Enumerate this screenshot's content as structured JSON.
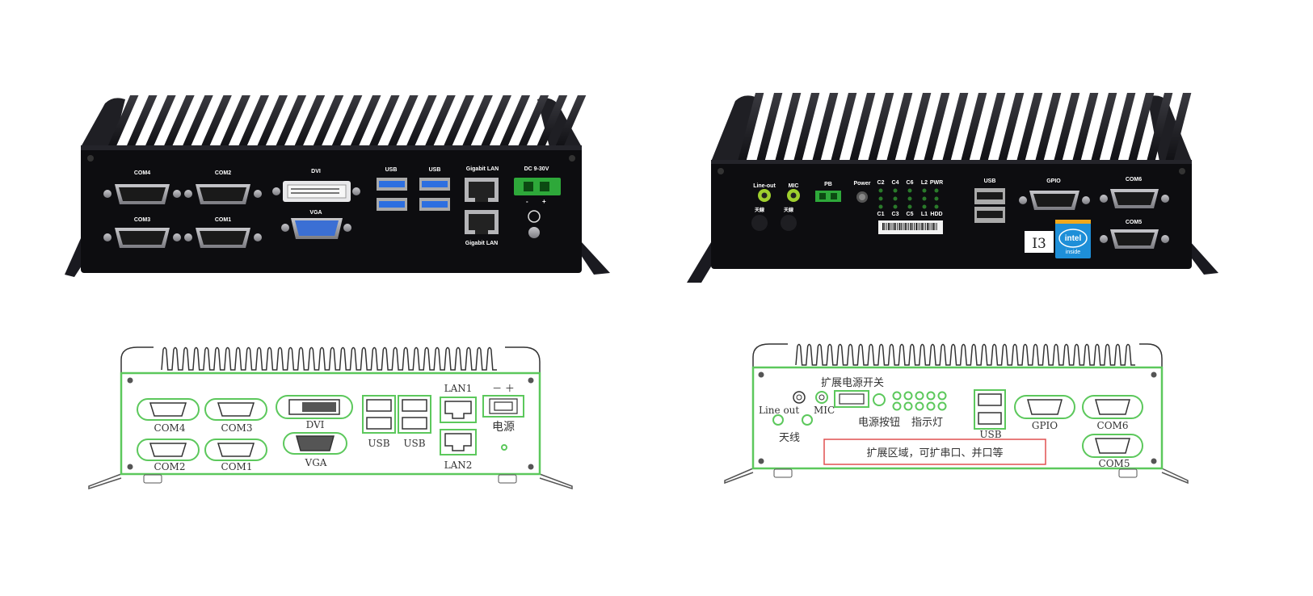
{
  "colors": {
    "chassis": "#0d0d10",
    "fins": "#2a2a30",
    "outline_green": "#5cc85c",
    "port_blue": "#3b6fd4",
    "usb_blue": "#2d6fe0",
    "led_green": "#2a7a2a",
    "expansion_box": "#e05050",
    "diagram_stroke": "#333333"
  },
  "front_photo": {
    "labels": {
      "com4": "COM4",
      "com2": "COM2",
      "com3": "COM3",
      "com1": "COM1",
      "dvi": "DVI",
      "vga": "VGA",
      "usb_a": "USB",
      "usb_b": "USB",
      "lan_top": "Gigabit LAN",
      "lan_bottom": "Gigabit LAN",
      "power": "DC 9-30V",
      "minus": "-",
      "plus": "+"
    }
  },
  "rear_photo": {
    "labels": {
      "line_out": "Line-out",
      "mic": "MIC",
      "antenna_1": "天線",
      "antenna_2": "天線",
      "pb": "PB",
      "power": "Power",
      "c2": "C2",
      "c4": "C4",
      "c6": "C6",
      "l2": "L2",
      "pwr": "PWR",
      "c1": "C1",
      "c3": "C3",
      "c5": "C5",
      "l1": "L1",
      "hdd": "HDD",
      "usb": "USB",
      "gpio": "GPIO",
      "com6": "COM6",
      "com5": "COM5",
      "cpu": "I3",
      "intel_logo": "intel",
      "intel_inside": "inside"
    }
  },
  "front_diagram": {
    "labels": {
      "com4": "COM4",
      "com3": "COM3",
      "com2": "COM2",
      "com1": "COM1",
      "dvi": "DVI",
      "vga": "VGA",
      "usb_a": "USB",
      "usb_b": "USB",
      "lan1": "LAN1",
      "lan2": "LAN2",
      "polarity": "－ ＋",
      "power": "电源"
    }
  },
  "rear_diagram": {
    "labels": {
      "power_switch": "扩展电源开关",
      "line_out": "Line out",
      "mic": "MIC",
      "antenna": "天线",
      "power_button": "电源按钮",
      "indicator": "指示灯",
      "usb": "USB",
      "gpio": "GPIO",
      "com6": "COM6",
      "com5": "COM5",
      "expansion": "扩展区域，可扩串口、并口等"
    }
  }
}
